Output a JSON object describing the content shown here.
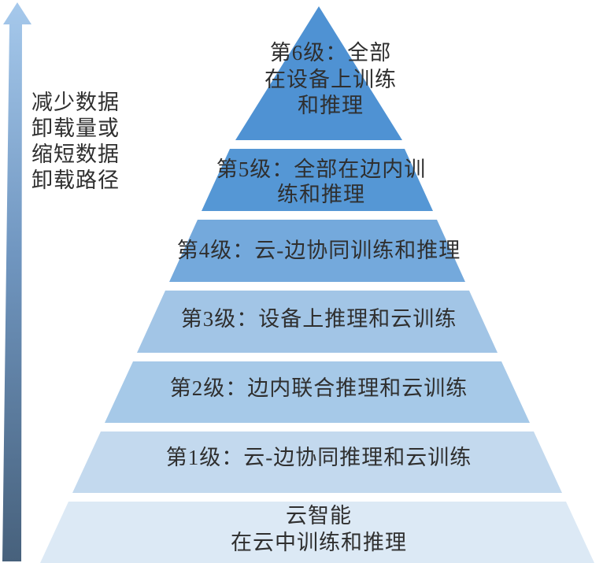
{
  "arrow": {
    "label_lines": [
      "减少数据",
      "卸载量或",
      "缩短数据",
      "卸载路径"
    ],
    "gradient_top": "#A6C9EC",
    "gradient_mid": "#7096C0",
    "gradient_bottom": "#47617C"
  },
  "pyramid": {
    "levels": [
      {
        "name": "第6级",
        "lines": [
          "第6级：全部",
          "在设备上训练",
          "和推理"
        ],
        "color": "#4F92D3"
      },
      {
        "name": "第5级",
        "lines": [
          "第5级：全部在边内训",
          "练和推理"
        ],
        "color": "#5597D5"
      },
      {
        "name": "第4级",
        "lines": [
          "第4级：云-边协同训练和推理"
        ],
        "color": "#74A9DC"
      },
      {
        "name": "第3级",
        "lines": [
          "第3级：设备上推理和云训练"
        ],
        "color": "#A2C5E6"
      },
      {
        "name": "第2级",
        "lines": [
          "第2级：边内联合推理和云训练"
        ],
        "color": "#A6C9E8"
      },
      {
        "name": "第1级",
        "lines": [
          "第1级：云-边协同推理和云训练"
        ],
        "color": "#C3D9EE"
      },
      {
        "name": "云智能",
        "lines": [
          "云智能",
          "在云中训练和推理"
        ],
        "color": "#DCE9F5"
      }
    ]
  }
}
